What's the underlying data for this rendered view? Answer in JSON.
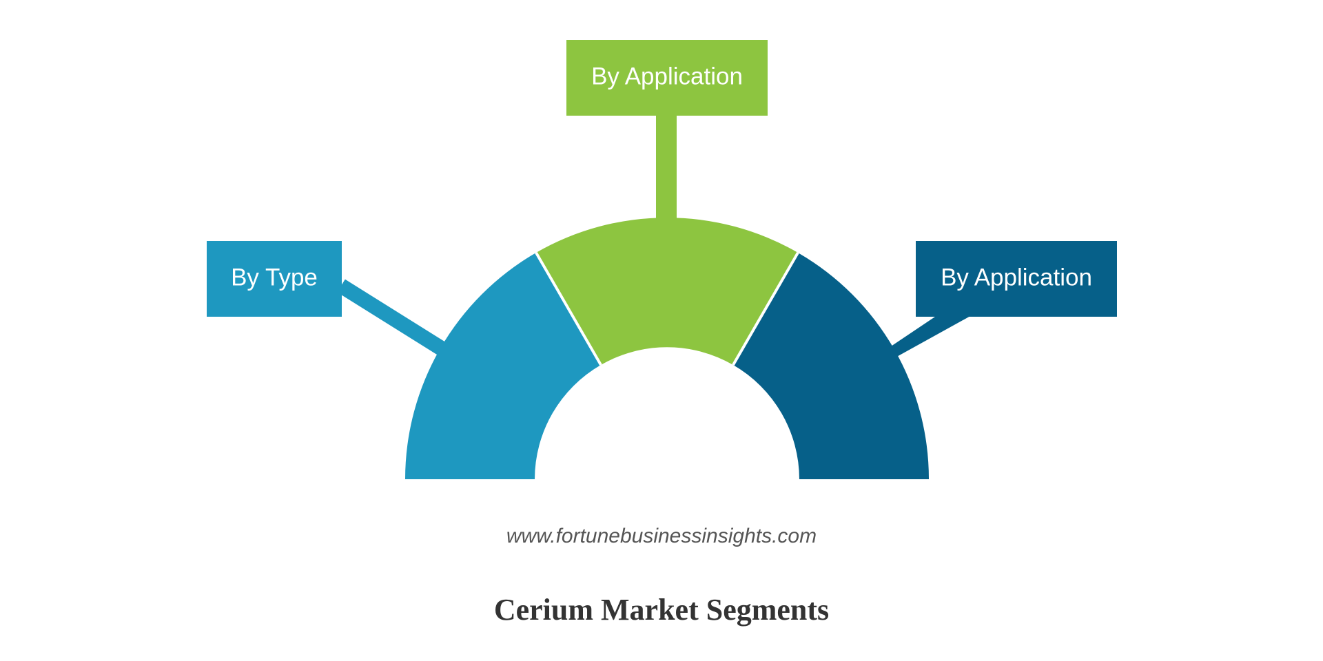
{
  "diagram": {
    "title": "Cerium Market Segments",
    "website": "www.fortunebusinessinsights.com",
    "segments": [
      {
        "label": "By Type",
        "color": "#1e98c0"
      },
      {
        "label": "By Application",
        "color": "#8dc540"
      },
      {
        "label": "By Application",
        "color": "#066089"
      }
    ]
  }
}
